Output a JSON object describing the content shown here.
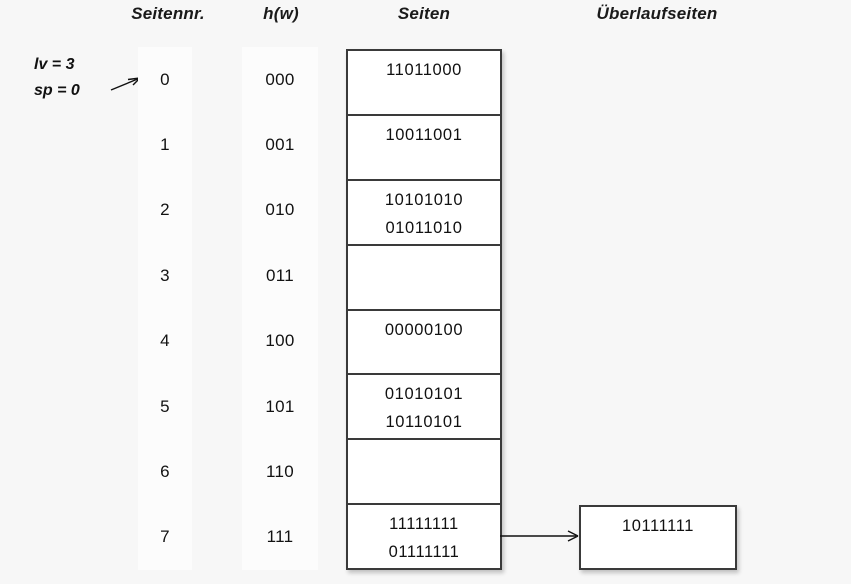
{
  "headers": {
    "seitennr": "Seitennr.",
    "hw": "h(w)",
    "seiten": "Seiten",
    "ueberlaufseiten": "Überlaufseiten"
  },
  "params": {
    "lv": "lv = 3",
    "sp": "sp = 0"
  },
  "rows": [
    {
      "seitennr": "0",
      "hw": "000",
      "entries": [
        "11011000"
      ]
    },
    {
      "seitennr": "1",
      "hw": "001",
      "entries": [
        "10011001"
      ]
    },
    {
      "seitennr": "2",
      "hw": "010",
      "entries": [
        "10101010",
        "01011010"
      ]
    },
    {
      "seitennr": "3",
      "hw": "011",
      "entries": []
    },
    {
      "seitennr": "4",
      "hw": "100",
      "entries": [
        "00000100"
      ]
    },
    {
      "seitennr": "5",
      "hw": "101",
      "entries": [
        "01010101",
        "10110101"
      ]
    },
    {
      "seitennr": "6",
      "hw": "110",
      "entries": []
    },
    {
      "seitennr": "7",
      "hw": "111",
      "entries": [
        "11111111",
        "01111111"
      ]
    }
  ],
  "overflow": {
    "source_row": "7",
    "entries": [
      "10111111"
    ]
  },
  "colors": {
    "background": "#f7f7f7",
    "box_border": "#3a3a3a",
    "box_fill": "#ffffff",
    "text": "#111111",
    "strip_fill": "#fcfcfc"
  }
}
